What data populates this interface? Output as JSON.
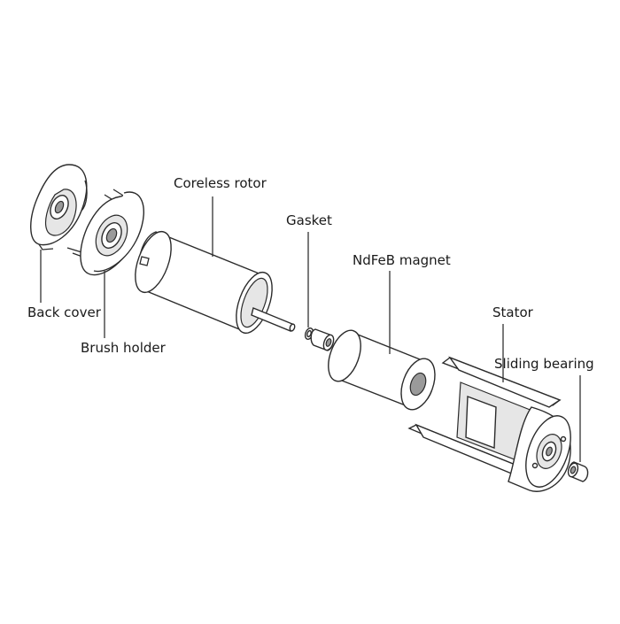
{
  "labels": {
    "coreless_rotor": "Coreless rotor",
    "gasket": "Gasket",
    "ndfeb_magnet": "NdFeB magnet",
    "stator": "Stator",
    "back_cover": "Back cover",
    "brush_holder": "Brush holder",
    "sliding_bearing": "Sliding bearing"
  },
  "colors": {
    "line": "#2b2b2b",
    "background": "#ffffff"
  }
}
